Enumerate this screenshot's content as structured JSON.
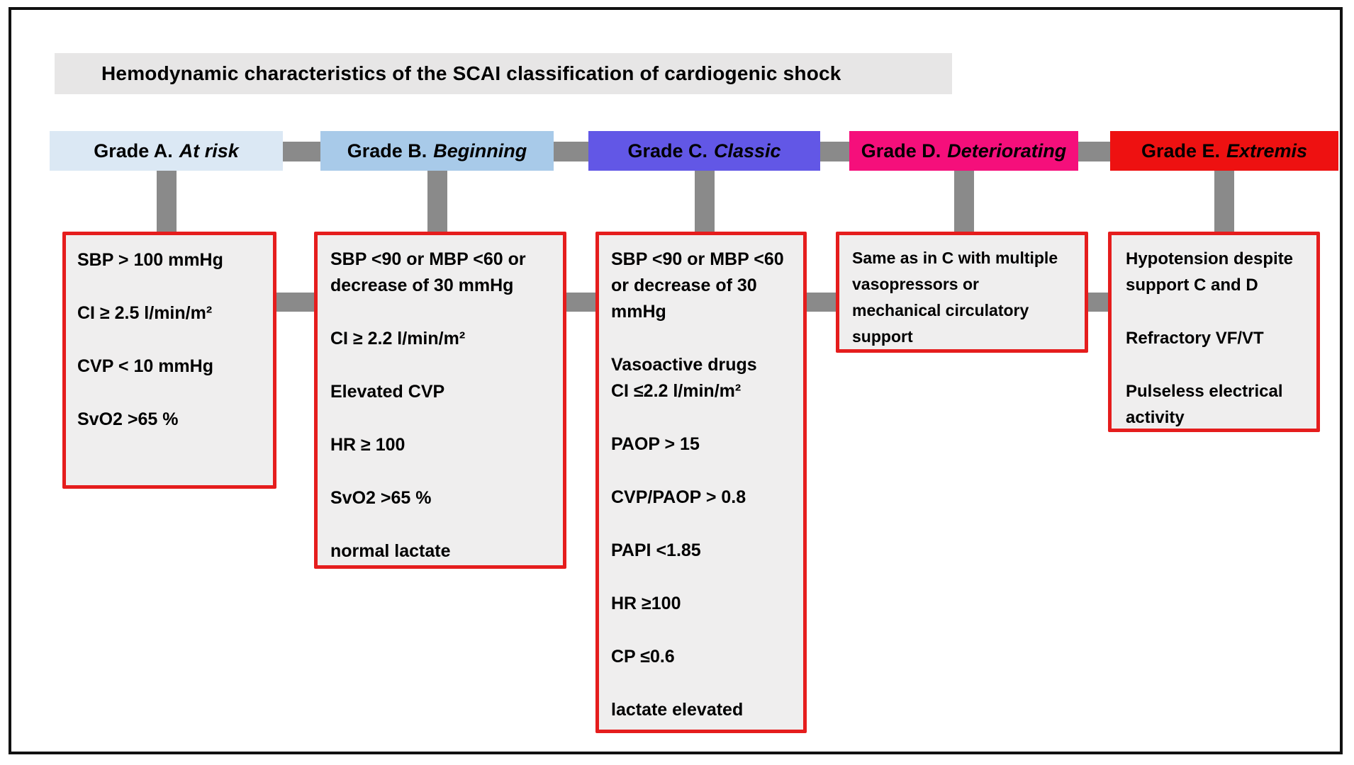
{
  "title": "Hemodynamic characteristics of the SCAI classification of cardiogenic shock",
  "grades": [
    {
      "id": "A",
      "label_prefix": "Grade A.",
      "label_name": "At risk",
      "header_color": "#dbe8f4",
      "items": [
        [
          "SBP > 100 mmHg"
        ],
        [
          "CI ≥ 2.5 l/min/m²"
        ],
        [
          "CVP < 10 mmHg"
        ],
        [
          "SvO2 >65 %"
        ]
      ]
    },
    {
      "id": "B",
      "label_prefix": "Grade B.",
      "label_name": "Beginning",
      "header_color": "#a8cae9",
      "items": [
        [
          "SBP <90 or MBP <60 or",
          "decrease of 30 mmHg"
        ],
        [
          "CI ≥ 2.2 l/min/m²"
        ],
        [
          "Elevated CVP"
        ],
        [
          "HR ≥ 100"
        ],
        [
          "SvO2 >65 %"
        ],
        [
          "normal lactate"
        ]
      ]
    },
    {
      "id": "C",
      "label_prefix": "Grade C.",
      "label_name": "Classic",
      "header_color": "#6257e6",
      "items": [
        [
          "SBP <90 or MBP <60",
          "or decrease of 30",
          "mmHg"
        ],
        [
          "Vasoactive drugs",
          "CI ≤2.2 l/min/m²"
        ],
        [
          "PAOP > 15"
        ],
        [
          "CVP/PAOP > 0.8"
        ],
        [
          "PAPI <1.85"
        ],
        [
          "HR ≥100"
        ],
        [
          "CP ≤0.6"
        ],
        [
          "lactate elevated"
        ]
      ]
    },
    {
      "id": "D",
      "label_prefix": "Grade D.",
      "label_name": "Deteriorating",
      "header_color": "#f50f7b",
      "items": [
        [
          "Same as in C with multiple",
          "vasopressors or",
          "mechanical circulatory",
          "support"
        ]
      ]
    },
    {
      "id": "E",
      "label_prefix": "Grade E.",
      "label_name": "Extremis",
      "header_color": "#ee1111",
      "items": [
        [
          "Hypotension despite",
          "support C and D"
        ],
        [
          "Refractory VF/VT"
        ],
        [
          "Pulseless electrical",
          "activity"
        ]
      ]
    }
  ],
  "colors": {
    "connector": "#8a8a8a",
    "box_border": "#e51d1d",
    "box_bg": "#efeeee",
    "title_bg": "#e7e6e6",
    "frame_border": "#111111"
  }
}
